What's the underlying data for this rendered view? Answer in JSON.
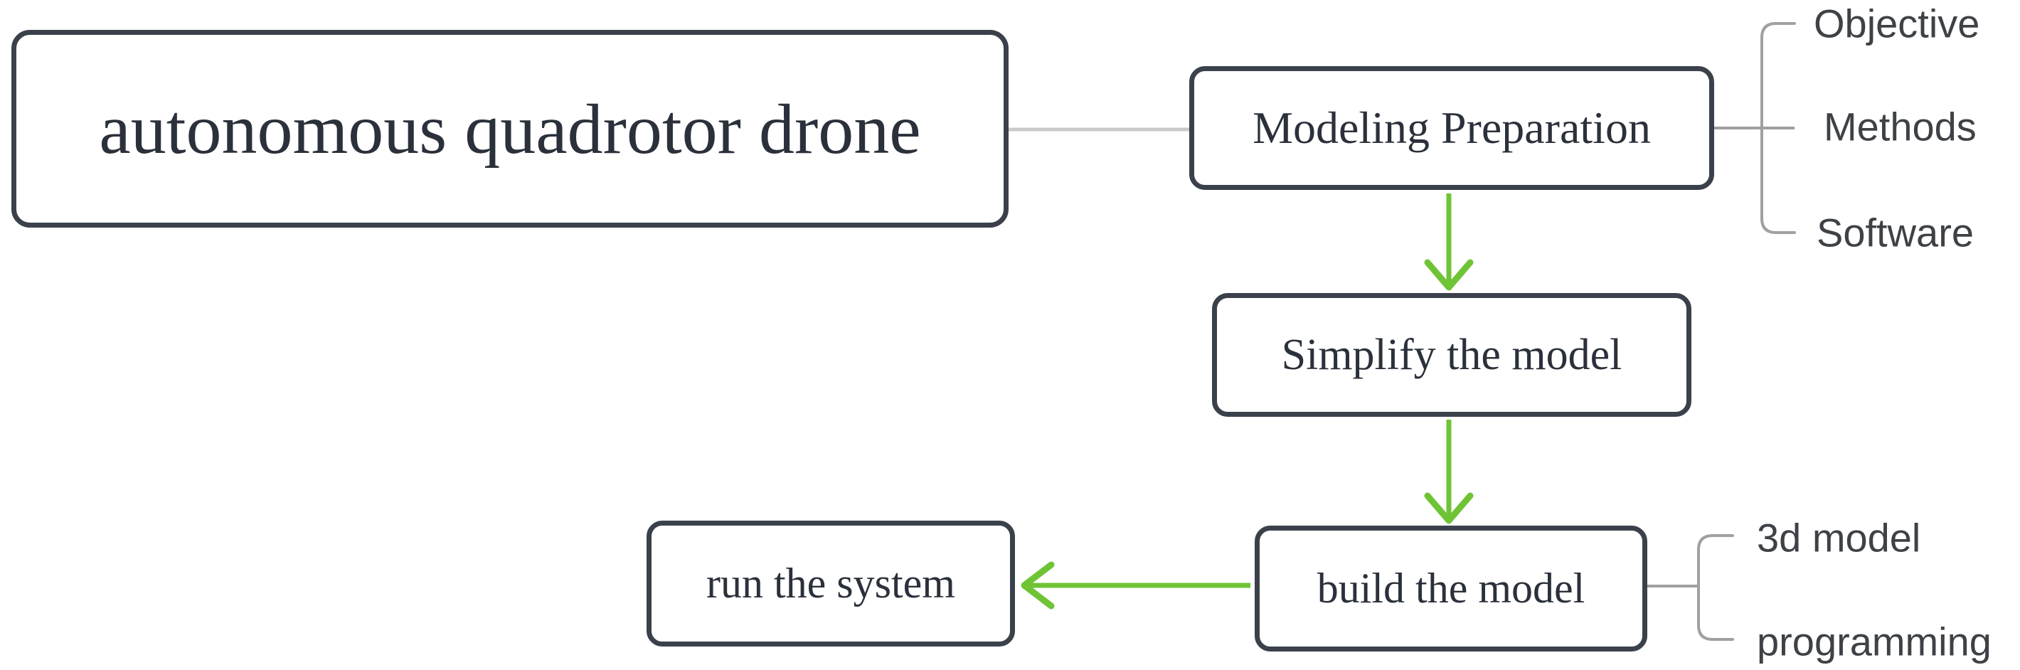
{
  "diagram": {
    "root": {
      "label": "autonomous quadrotor drone"
    },
    "nodes": {
      "modeling": {
        "label": "Modeling Preparation"
      },
      "simplify": {
        "label": "Simplify the model"
      },
      "build": {
        "label": "build the model"
      },
      "run": {
        "label": "run the system"
      }
    },
    "modeling_children": [
      {
        "label": "Objective"
      },
      {
        "label": "Methods"
      },
      {
        "label": "Software"
      }
    ],
    "build_children": [
      {
        "label": "3d model"
      },
      {
        "label": "programming"
      }
    ],
    "colors": {
      "box_border": "#3a414b",
      "box_text": "#2b313b",
      "branch_text": "#3e4246",
      "connector_light": "#c9c9c9",
      "bracket_gray": "#a0a0a0",
      "arrow_green": "#6fc436"
    }
  }
}
